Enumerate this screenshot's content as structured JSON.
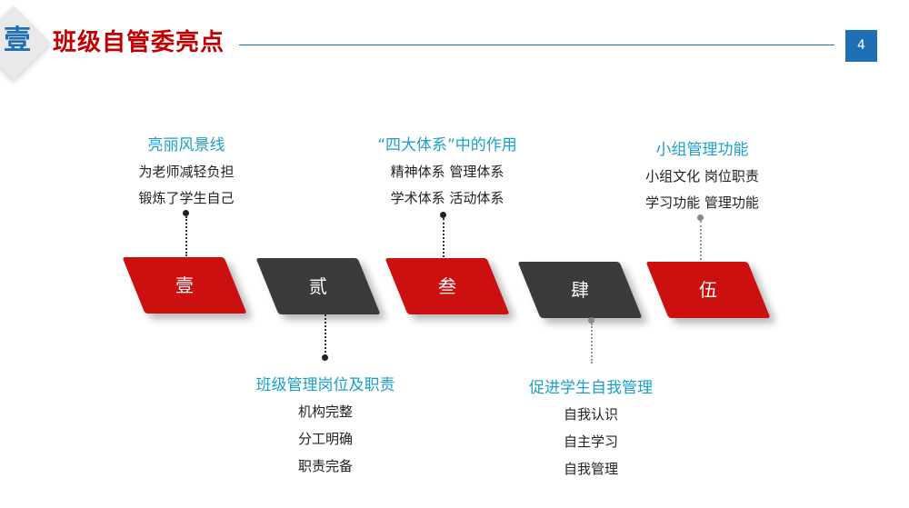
{
  "header": {
    "badge": "壹",
    "title": "班级自管委亮点",
    "page_number": "4"
  },
  "blocks": [
    {
      "label": "壹",
      "color": "#cc1010"
    },
    {
      "label": "贰",
      "color": "#3b3b3b"
    },
    {
      "label": "叁",
      "color": "#cc1010"
    },
    {
      "label": "肆",
      "color": "#3b3b3b"
    },
    {
      "label": "伍",
      "color": "#cc1010"
    }
  ],
  "groups": [
    {
      "heading": "亮丽风景线",
      "lines": [
        "为老师减轻负担",
        "锻炼了学生自己"
      ]
    },
    {
      "heading": "班级管理岗位及职责",
      "lines": [
        "机构完整",
        "分工明确",
        "职责完备"
      ]
    },
    {
      "heading": "“四大体系”中的作用",
      "lines": [
        "精神体系  管理体系",
        "学术体系  活动体系"
      ]
    },
    {
      "heading": "促进学生自我管理",
      "lines": [
        "自我认识",
        "自主学习",
        "自我管理"
      ]
    },
    {
      "heading": "小组管理功能",
      "lines": [
        "小组文化  岗位职责",
        "学习功能  管理功能"
      ]
    }
  ],
  "colors": {
    "accent_blue": "#1f6fb5",
    "heading_cyan": "#1aa0c8",
    "title_red": "#c00000"
  }
}
